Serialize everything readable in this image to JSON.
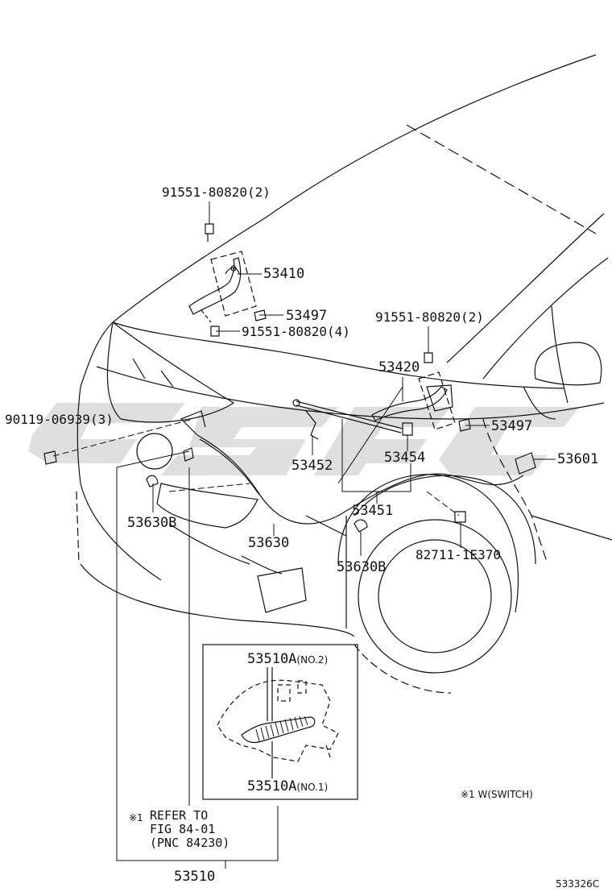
{
  "labels": {
    "p91551_top": "91551-80820(2)",
    "p53410": "53410",
    "p53497_a": "53497",
    "p91551_4": "91551-80820(4)",
    "p91551_right": "91551-80820(2)",
    "p53420": "53420",
    "p90119": "90119-06939(3)",
    "p53497_b": "53497",
    "p53452": "53452",
    "p53454": "53454",
    "p53601": "53601",
    "p53630b_left": "53630B",
    "p53451": "53451",
    "p53630": "53630",
    "p82711": "82711-1E370",
    "p53630b_right": "53630B",
    "p53510a_no2": "53510A",
    "p53510a_no2_sub": "(NO.2)",
    "p53510a_no1": "53510A",
    "p53510a_no1_sub": "(NO.1)",
    "note_switch": "※1 W(SWITCH)",
    "refer_mark": "※1",
    "refer_line1": "REFER TO",
    "refer_line2": "FIG 84-01",
    "refer_line3": "(PNC 84230)",
    "p53510": "53510",
    "drawing_code": "533326C"
  },
  "colors": {
    "line": "#111111",
    "watermark": "#d9d9d9"
  }
}
